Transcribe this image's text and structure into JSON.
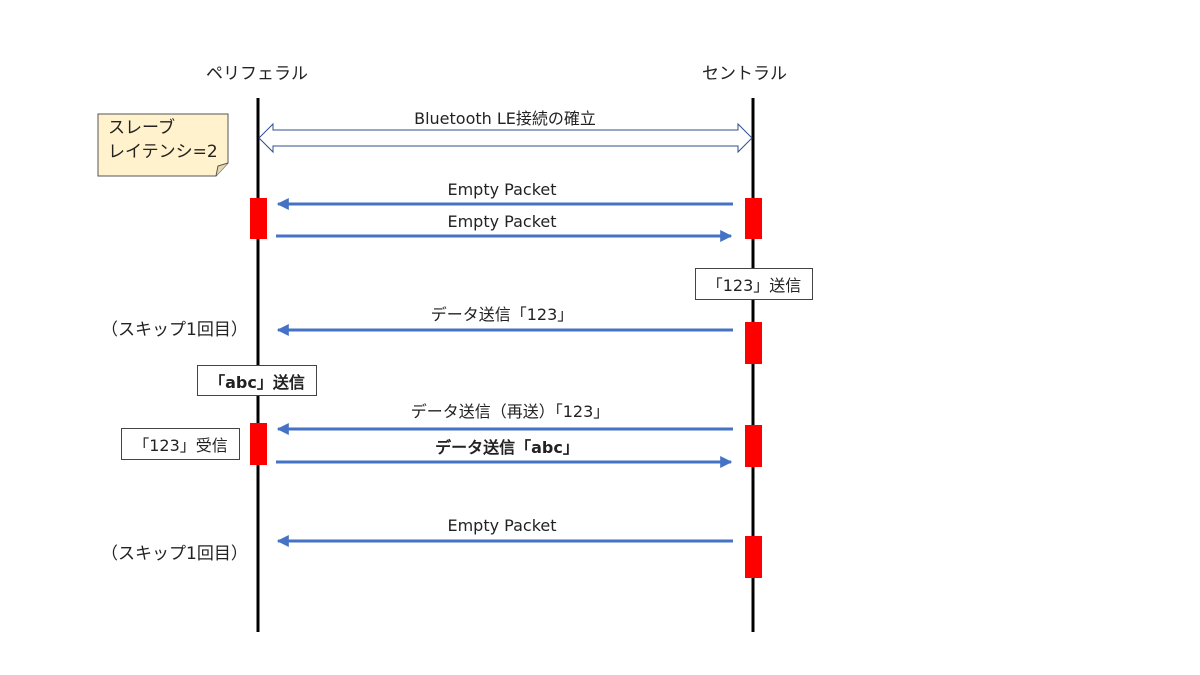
{
  "lanes": {
    "peripheral": "ペリフェラル",
    "central": "セントラル"
  },
  "note": {
    "line1": "スレーブ",
    "line2": "レイテンシ=2"
  },
  "messages": {
    "connection": "Bluetooth LE接続の確立",
    "empty_1": "Empty Packet",
    "empty_2": "Empty Packet",
    "data_123": "データ送信「123」",
    "retransmit_123": "データ送信（再送）「123」",
    "data_abc": "データ送信「abc」",
    "empty_3": "Empty Packet"
  },
  "boxes": {
    "central_send_123": "「123」送信",
    "peripheral_send_abc": "「abc」送信",
    "peripheral_recv_123": "「123」受信"
  },
  "skips": {
    "skip_1": "（スキップ1回目）",
    "skip_2": "（スキップ1回目）"
  },
  "colors": {
    "arrow": "#4472c4",
    "active_block": "#ff0000",
    "lifeline": "#000000",
    "note_fill": "#fff2cc"
  }
}
